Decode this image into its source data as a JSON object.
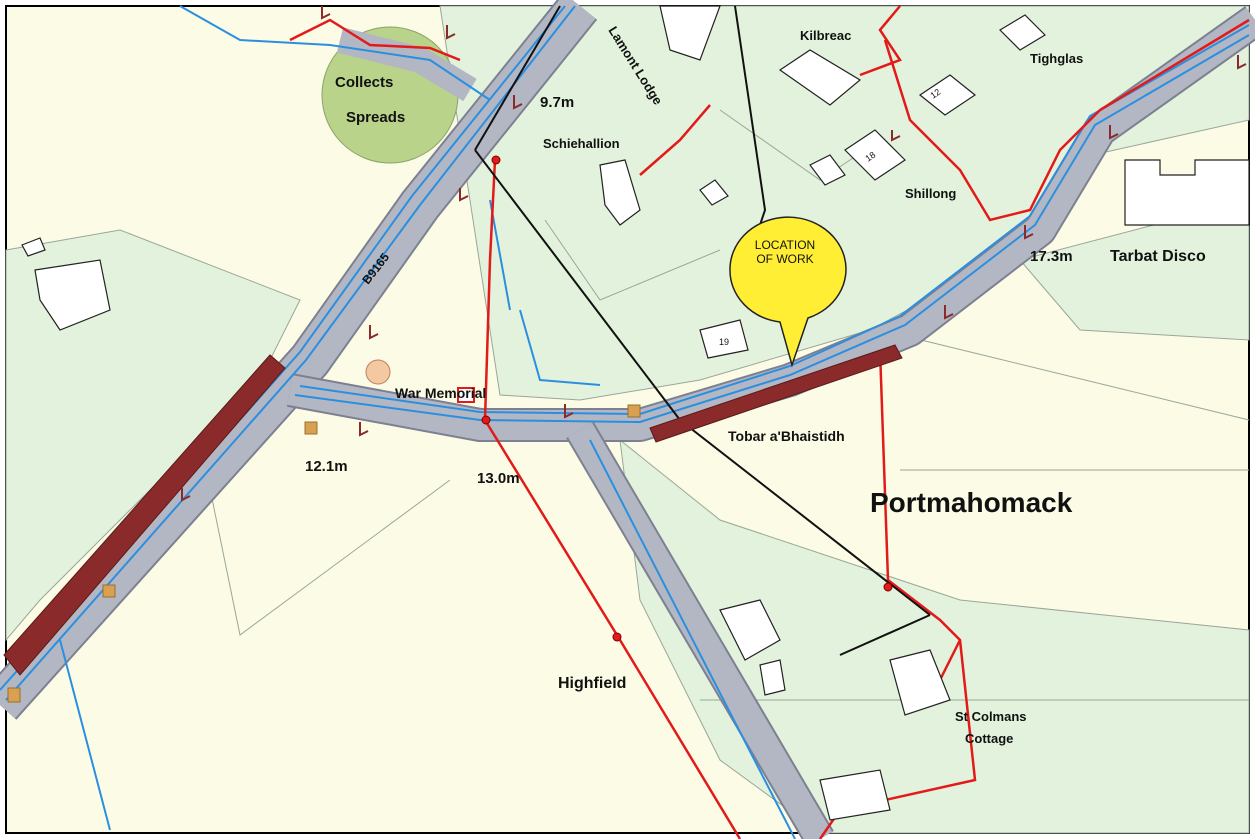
{
  "map": {
    "colors": {
      "background": "#fbfbe6",
      "field": "#e3f2dc",
      "building_fill": "#ffffff",
      "road": "#b3b7c4",
      "road_edge": "#7c8090",
      "water_main": "#2b8fe0",
      "electric_cable": "#e21a1a",
      "telecom_cable": "#111111",
      "works_bar": "#8a2a2a",
      "collects_area": "#b9d38a",
      "callout": "#ffee33"
    },
    "labels": {
      "collects": "Collects",
      "spreads": "Spreads",
      "lamont_lodge": "Lamont Lodge",
      "kilbreac": "Kilbreac",
      "tighglas": "Tighglas",
      "schiehallion": "Schiehallion",
      "shillong": "Shillong",
      "tarbat": "Tarbat Disco",
      "war_memorial": "War Memorial",
      "tobar": "Tobar a'Bhaistidh",
      "portmahomack": "Portmahomack",
      "highfield": "Highfield",
      "st_colmans_1": "St Colmans",
      "st_colmans_2": "Cottage",
      "road_number": "B9165",
      "house_12": "12",
      "house_18": "18",
      "house_19": "19"
    },
    "callout": {
      "line1": "LOCATION",
      "line2": "OF WORK"
    },
    "distances": {
      "d1": "9.7m",
      "d2": "17.3m",
      "d3": "12.1m",
      "d4": "13.0m"
    }
  }
}
